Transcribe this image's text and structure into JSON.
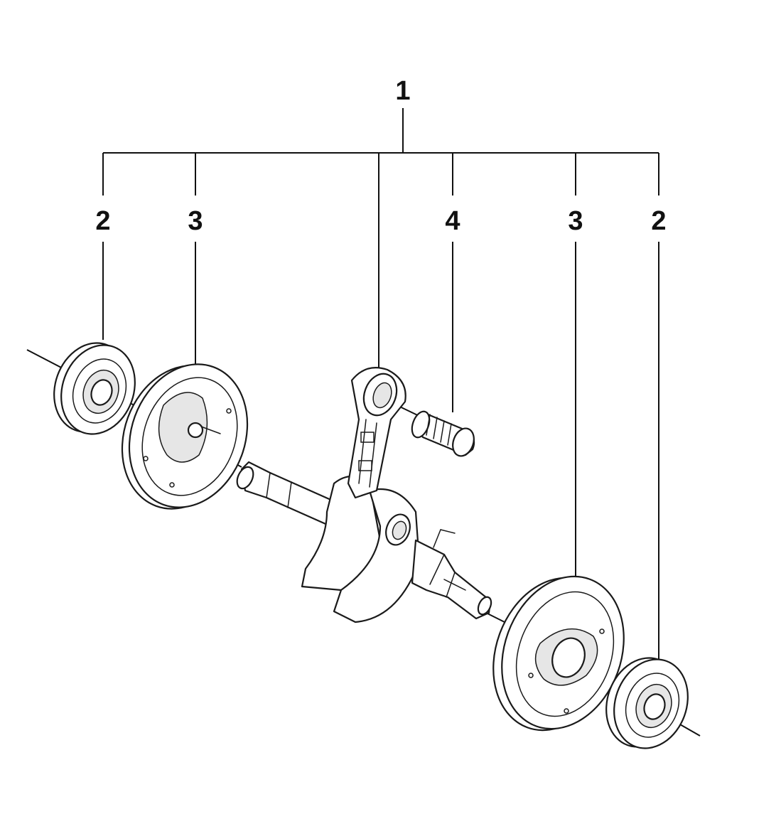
{
  "callouts": {
    "assembly": "1",
    "bearing_left": "2",
    "seal_left": "3",
    "needle_bearing": "4",
    "seal_right": "3",
    "bearing_right": "2"
  }
}
